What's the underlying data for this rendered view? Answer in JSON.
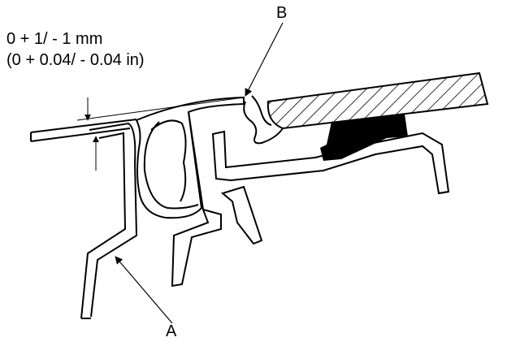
{
  "spec": {
    "line_mm": "0 + 1/ - 1 mm",
    "line_in": "(0 + 0.04/ - 0.04 in)"
  },
  "callouts": {
    "a": "A",
    "b": "B"
  }
}
